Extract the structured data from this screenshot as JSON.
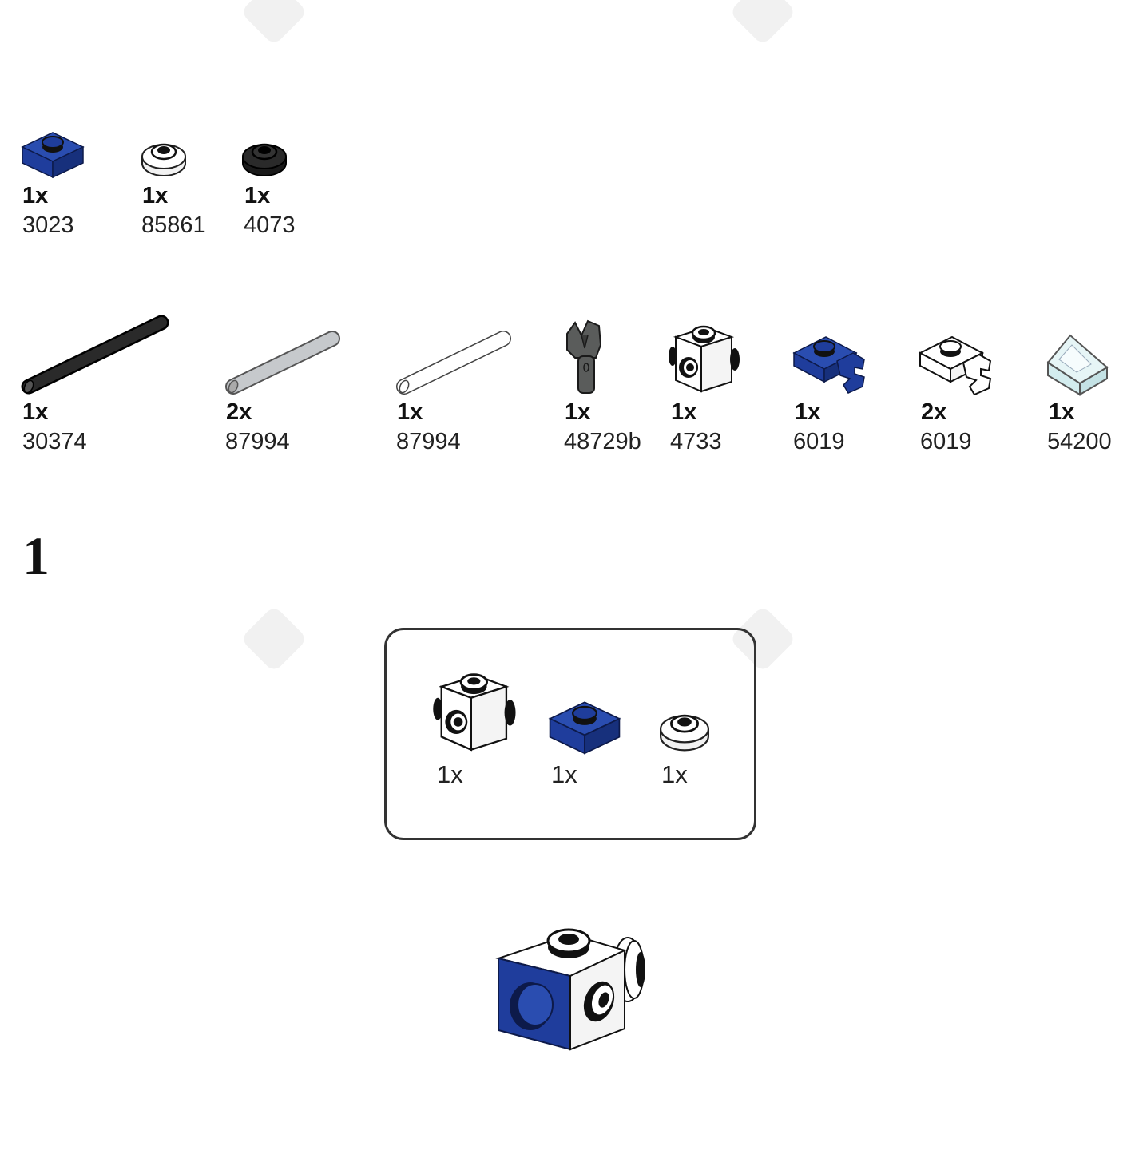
{
  "colors": {
    "blue": "#1f3d9c",
    "black": "#1e1e1e",
    "light_gray": "#c6c9cc",
    "white": "#ffffff",
    "dark_gray": "#5a5c5b",
    "trans_clear": "#dff0f2"
  },
  "inventory": {
    "row1": [
      {
        "icon": "blue-plate-1x1-icon",
        "qty": "1x",
        "id": "3023"
      },
      {
        "icon": "white-round-plate-icon",
        "qty": "1x",
        "id": "85861"
      },
      {
        "icon": "black-round-plate-icon",
        "qty": "1x",
        "id": "4073"
      }
    ],
    "row2": [
      {
        "icon": "black-bar-icon",
        "qty": "1x",
        "id": "30374"
      },
      {
        "icon": "gray-bar-icon",
        "qty": "2x",
        "id": "87994"
      },
      {
        "icon": "white-bar-icon",
        "qty": "1x",
        "id": "87994"
      },
      {
        "icon": "dark-gray-clip-icon",
        "qty": "1x",
        "id": "48729b"
      },
      {
        "icon": "white-brick-with-studs-icon",
        "qty": "1x",
        "id": "4733"
      },
      {
        "icon": "blue-plate-with-clip-icon",
        "qty": "1x",
        "id": "6019"
      },
      {
        "icon": "white-plate-with-clip-icon",
        "qty": "2x",
        "id": "6019"
      },
      {
        "icon": "trans-clear-slope-icon",
        "qty": "1x",
        "id": "54200"
      }
    ]
  },
  "step": {
    "number": "1",
    "callout_parts": [
      {
        "icon": "white-brick-with-studs-icon",
        "qty": "1x"
      },
      {
        "icon": "blue-plate-1x1-icon",
        "qty": "1x"
      },
      {
        "icon": "white-round-plate-icon",
        "qty": "1x"
      }
    ],
    "result_icon": "assembled-brick-icon"
  }
}
